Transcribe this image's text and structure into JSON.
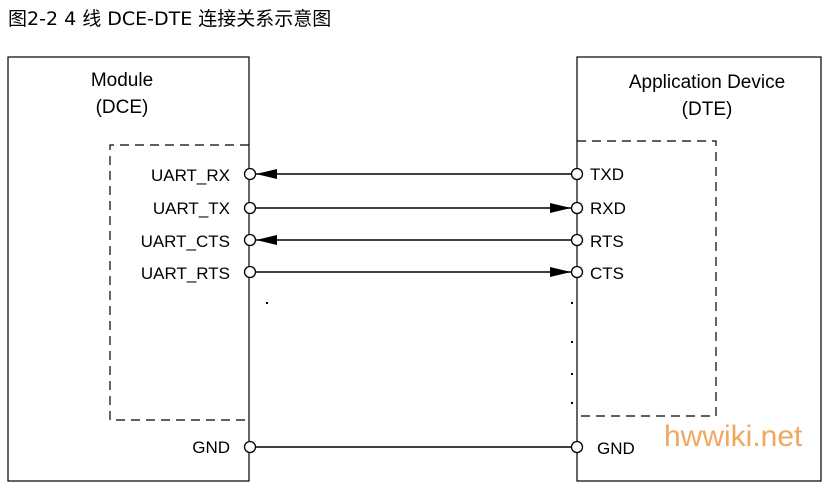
{
  "caption": "图2-2   4 线 DCE-DTE 连接关系示意图",
  "dce": {
    "title_line1": "Module",
    "title_line2": "(DCE)",
    "pins": [
      "UART_RX",
      "UART_TX",
      "UART_CTS",
      "UART_RTS"
    ],
    "gnd": "GND"
  },
  "dte": {
    "title_line1": "Application Device",
    "title_line2": "(DTE)",
    "pins": [
      "TXD",
      "RXD",
      "RTS",
      "CTS"
    ],
    "gnd": "GND"
  },
  "connections": [
    {
      "from": "TXD",
      "to": "UART_RX",
      "direction": "dte-to-dce"
    },
    {
      "from": "UART_TX",
      "to": "RXD",
      "direction": "dce-to-dte"
    },
    {
      "from": "RTS",
      "to": "UART_CTS",
      "direction": "dte-to-dce"
    },
    {
      "from": "UART_RTS",
      "to": "CTS",
      "direction": "dce-to-dte"
    },
    {
      "from": "GND",
      "to": "GND",
      "direction": "none"
    }
  ],
  "watermark": "hwwiki.net"
}
